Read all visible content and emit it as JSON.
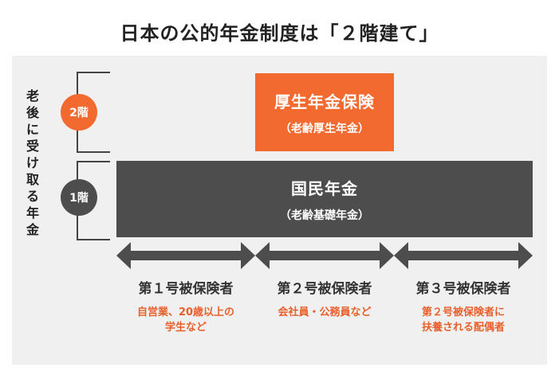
{
  "title": "日本の公的年金制度は「２階建て」",
  "colors": {
    "orange": "#f26a30",
    "dark": "#4d4d4d",
    "accent_text": "#e8602c"
  },
  "side_label": "老後に受け取る年金",
  "levels": {
    "second": {
      "badge": "2階",
      "main": "厚生年金保険",
      "sub": "（老齢厚生年金）"
    },
    "first": {
      "badge": "1階",
      "main": "国民年金",
      "sub": "（老齢基礎年金）"
    }
  },
  "categories": [
    {
      "label": "第１号被保険者",
      "sub": [
        "自営業、20歳以上の",
        "学生など"
      ]
    },
    {
      "label": "第２号被保険者",
      "sub": [
        "会社員・公務員など"
      ]
    },
    {
      "label": "第３号被保険者",
      "sub": [
        "第２号被保険者に",
        "扶養される配偶者"
      ]
    }
  ]
}
